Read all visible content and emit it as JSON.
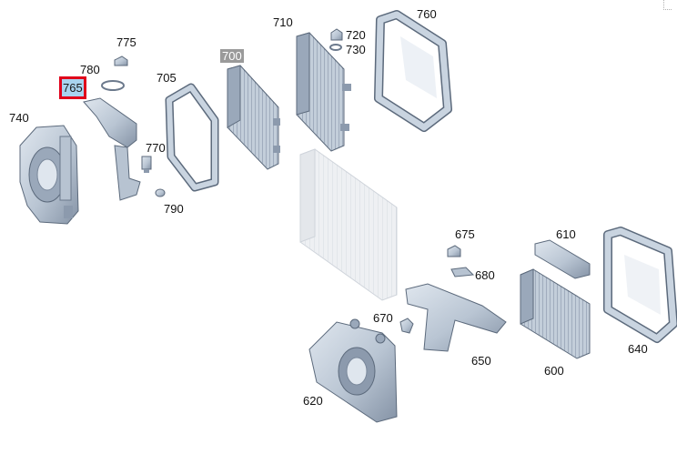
{
  "diagram": {
    "colors": {
      "part_fill": "#c9d4e0",
      "part_shade": "#8f9db0",
      "part_dark": "#5c6a7c",
      "ghost_fill": "#eceef1",
      "highlight_bg": "#9a9a9a",
      "selected_border": "#e0001a",
      "selected_bg": "#a9d4ef"
    },
    "labels": {
      "p700": "700",
      "p710": "710",
      "p720": "720",
      "p730": "730",
      "p760": "760",
      "p775": "775",
      "p780": "780",
      "p765": "765",
      "p705": "705",
      "p740": "740",
      "p770": "770",
      "p790": "790",
      "p675": "675",
      "p610": "610",
      "p680": "680",
      "p670": "670",
      "p650": "650",
      "p600": "600",
      "p640": "640",
      "p620": "620"
    },
    "highlighted_part": "700",
    "selected_part": "765"
  }
}
